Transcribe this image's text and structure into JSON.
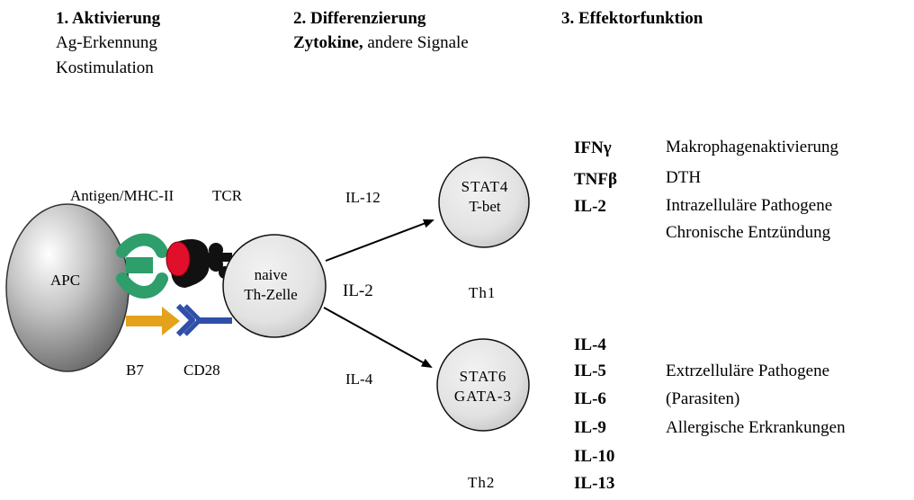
{
  "header": {
    "col1": {
      "title": "1. Aktivierung",
      "lines": [
        "Ag-Erkennung",
        "Kostimulation"
      ]
    },
    "col2": {
      "title": "2. Differenzierung",
      "line_bold": "Zytokine,",
      "line_rest": " andere Signale"
    },
    "col3": {
      "title": "3. Effektorfunktion"
    }
  },
  "labels": {
    "antigen_mhc": "Antigen/MHC-II",
    "tcr": "TCR",
    "b7": "B7",
    "cd28": "CD28",
    "apc": "APC",
    "naive_cell": [
      "naive",
      "Th-Zelle"
    ],
    "il12": "IL-12",
    "il2": "IL-2",
    "il4": "IL-4"
  },
  "th1": {
    "cell_lines": [
      "STAT4",
      "T-bet"
    ],
    "name": "Th1",
    "cytokines": [
      "IFNγ",
      "TNFβ",
      "IL-2"
    ],
    "effects": [
      "Makrophagenaktivierung",
      "DTH",
      "Intrazelluläre Pathogene",
      "Chronische Entzündung"
    ]
  },
  "th2": {
    "cell_lines": [
      "STAT6",
      "GATA-3"
    ],
    "name": "Th2",
    "cytokines": [
      "IL-4",
      "IL-5",
      "IL-6",
      "IL-9",
      "IL-10",
      "IL-13"
    ],
    "effects": [
      "Extrzelluläre Pathogene",
      "(Parasiten)",
      "Allergische Erkrankungen"
    ]
  },
  "colors": {
    "mhc_green": "#2e9e6a",
    "antigen_red": "#e0102a",
    "tcr_black": "#111111",
    "b7_orange": "#e3a21c",
    "cd28_blue": "#2f4fa8"
  }
}
